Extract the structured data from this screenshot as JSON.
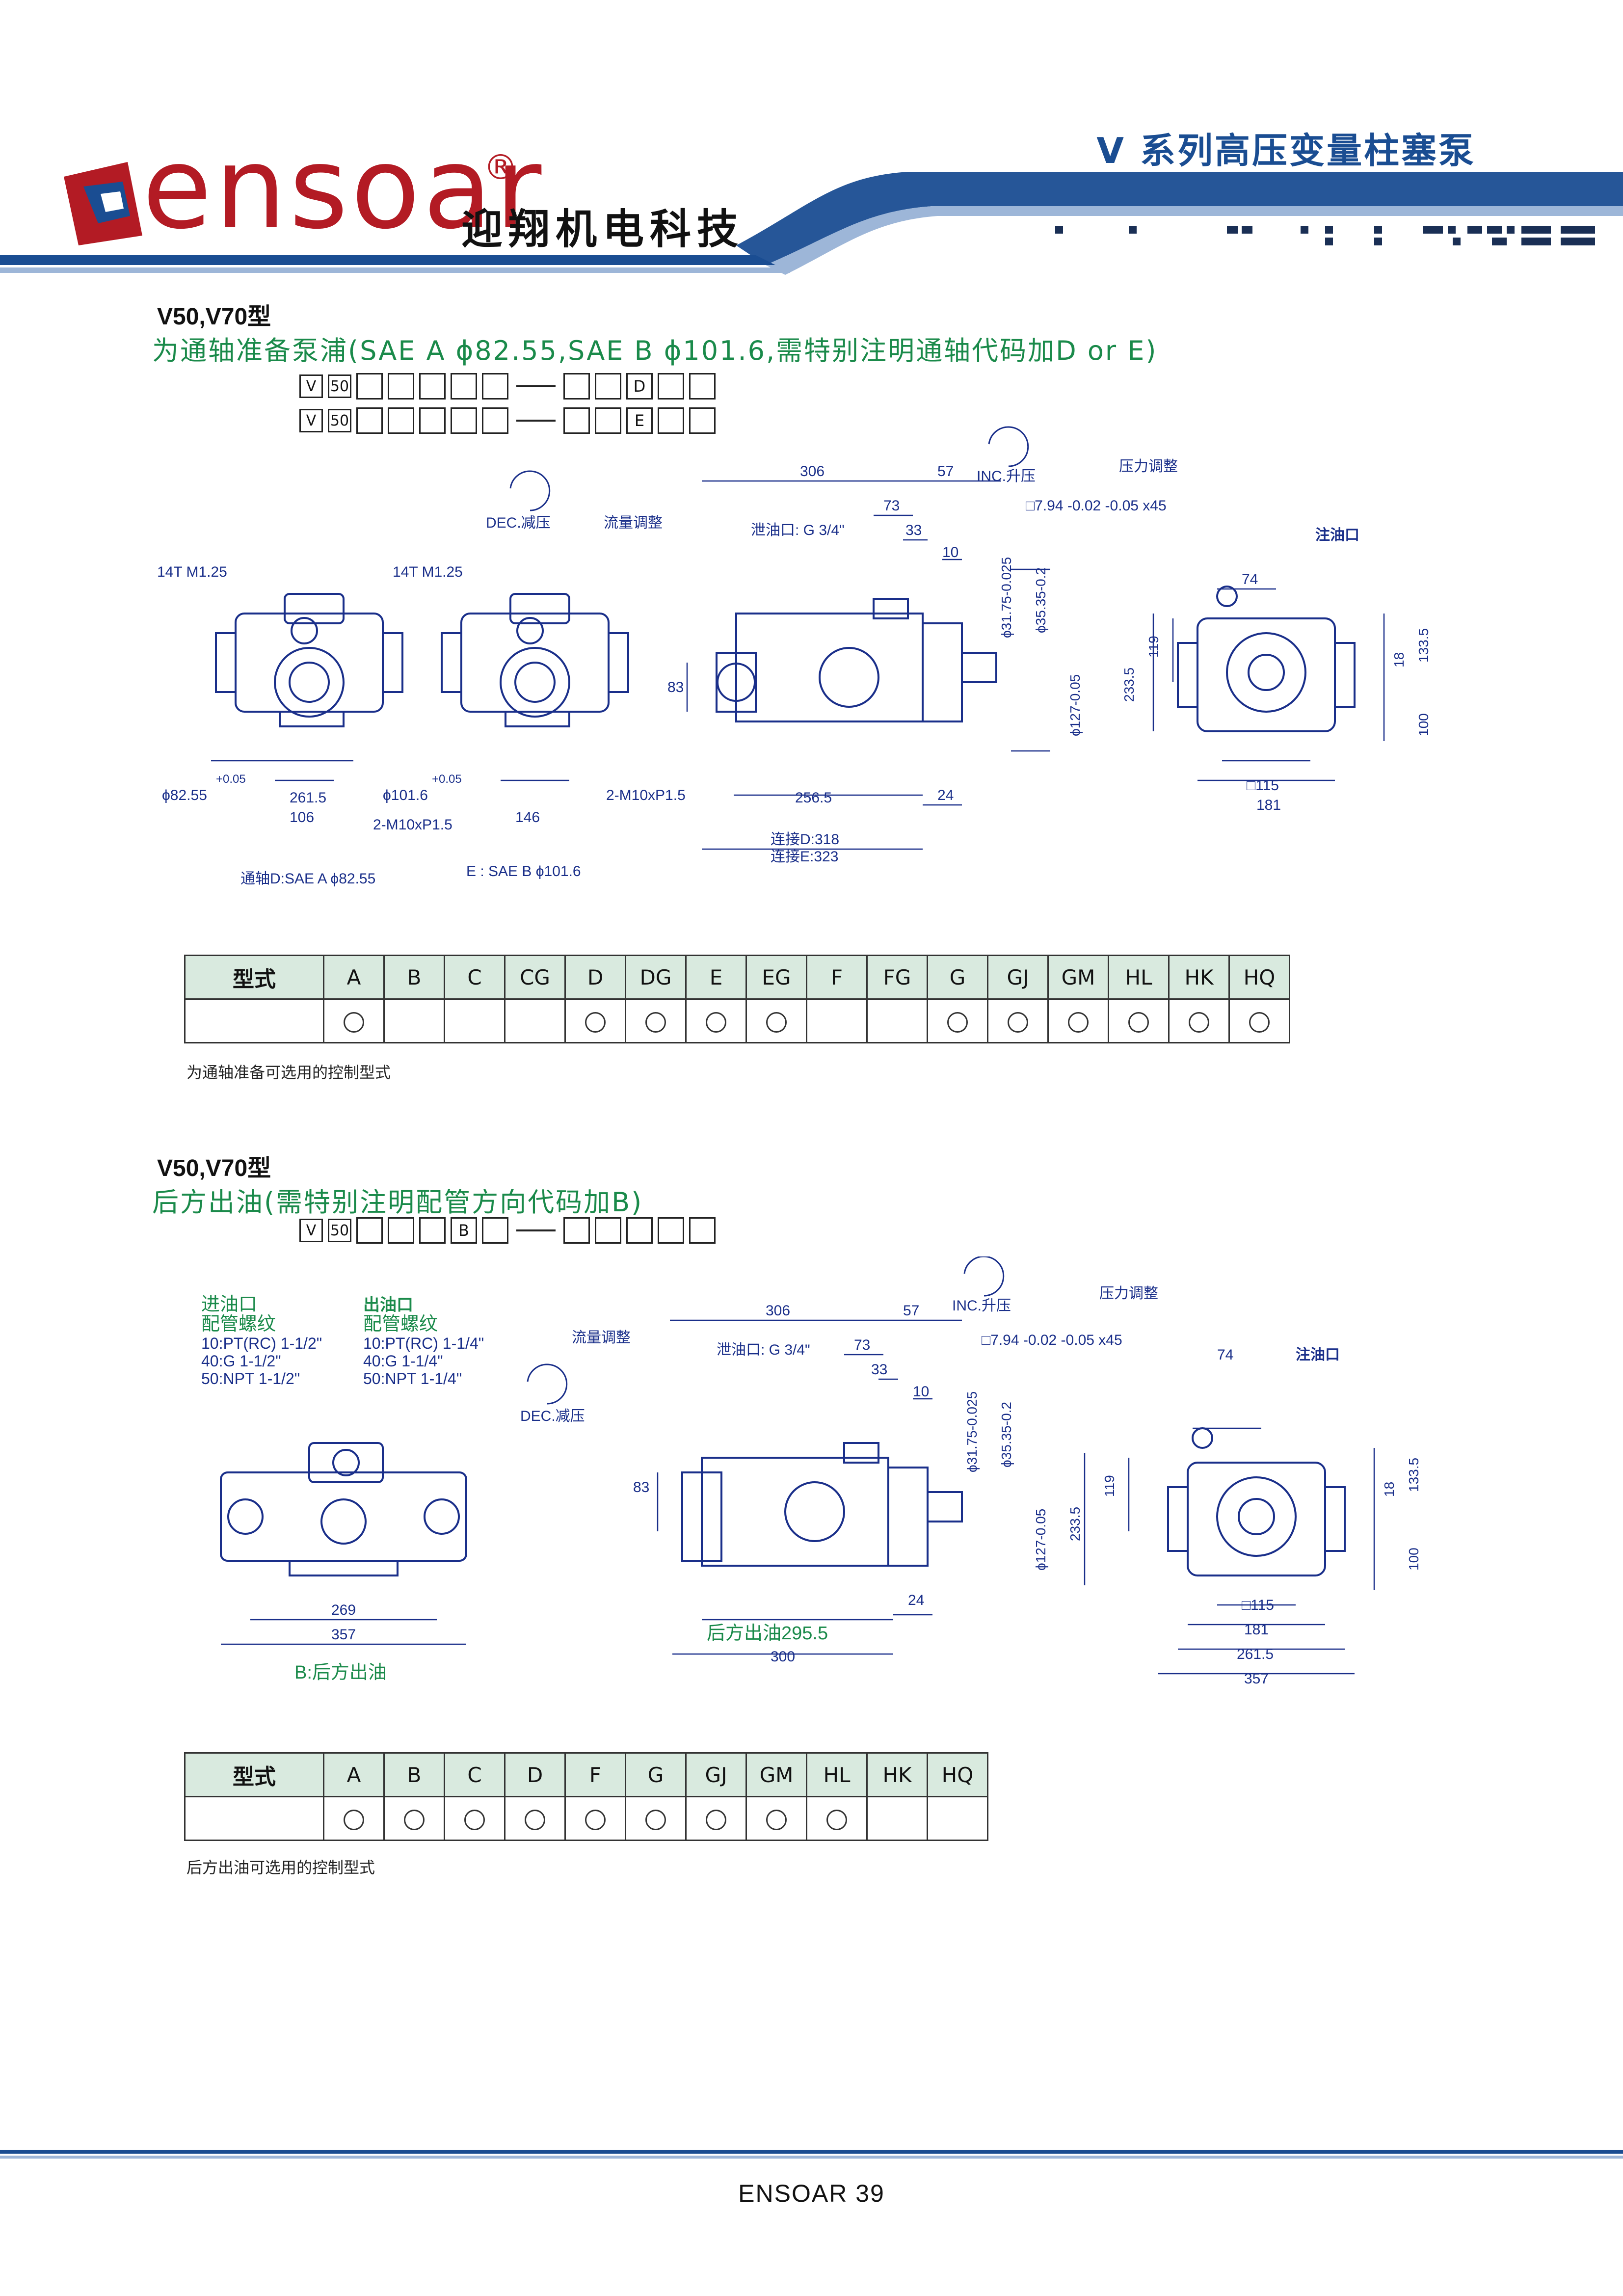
{
  "header": {
    "logo_text": "ensoar",
    "logo_registered": "®",
    "company_cn": "迎翔机电科技",
    "series_title": "V 系列高压变量柱塞泵"
  },
  "section1": {
    "model": "V50,V70型",
    "desc": "为通轴准备泵浦(SAE A ϕ82.55,SAE  B  ϕ101.6,需特别注明通轴代码加D or E)",
    "code_row1": [
      "V",
      "50",
      "",
      "",
      "",
      "",
      "",
      "",
      "",
      "D",
      "",
      ""
    ],
    "code_row2": [
      "V",
      "50",
      "",
      "",
      "",
      "",
      "",
      "",
      "",
      "E",
      "",
      ""
    ],
    "drawing_labels": {
      "dec": "DEC.减压",
      "inc": "INC.升压",
      "flow_adj": "流量调整",
      "pressure_adj": "压力调整",
      "drain": "泄油口: G 3/4\"",
      "fill": "注油口",
      "spline1": "14T M1.25",
      "spline2": "14T M1.25",
      "d1": "306",
      "d2": "57",
      "d3": "73",
      "d4": "33",
      "d5": "10",
      "key": "□7.94 -0.02 -0.05 x45",
      "shaft1": "ϕ31.75-0.025",
      "shaft2": "ϕ35.35-0.2",
      "pilot": "ϕ127-0.05",
      "h83": "83",
      "h233": "233.5",
      "h119": "119",
      "h18": "18",
      "h133": "133.5",
      "h100": "100",
      "w74": "74",
      "w115": "□115",
      "w181": "181",
      "w256": "256.5",
      "w24": "24",
      "connD": "连接D:318",
      "connE": "连接E:323",
      "phi82": "ϕ82.55",
      "phi101": "ϕ101.6",
      "tol": "+0.05",
      "w261": "261.5",
      "w106": "106",
      "w146": "146",
      "m10a": "2-M10xP1.5",
      "m10b": "2-M10xP1.5",
      "capD": "通轴D:SAE  A ϕ82.55",
      "capE": "E : SAE B ϕ101.6"
    },
    "table": {
      "label": "型式",
      "codes": [
        "A",
        "B",
        "C",
        "CG",
        "D",
        "DG",
        "E",
        "EG",
        "F",
        "FG",
        "G",
        "GJ",
        "GM",
        "HL",
        "HK",
        "HQ"
      ],
      "available": [
        true,
        false,
        false,
        false,
        true,
        true,
        true,
        true,
        false,
        false,
        true,
        true,
        true,
        true,
        true,
        true
      ]
    },
    "note": "为通轴准备可选用的控制型式"
  },
  "section2": {
    "model": "V50,V70型",
    "desc": "后方出油(需特别注明配管方向代码加B)",
    "code_row": [
      "V",
      "50",
      "",
      "",
      "",
      "B",
      "",
      "",
      "",
      "",
      "",
      ""
    ],
    "drawing_labels": {
      "inlet_title": "进油口",
      "inlet_sub": "配管螺纹",
      "inlet_1": "10:PT(RC) 1-1/2\"",
      "inlet_2": "40:G 1-1/2\"",
      "inlet_3": "50:NPT 1-1/2\"",
      "outlet_title": "出油口",
      "outlet_sub": "配管螺纹",
      "outlet_1": "10:PT(RC) 1-1/4\"",
      "outlet_2": "40:G 1-1/4\"",
      "outlet_3": "50:NPT 1-1/4\"",
      "dec": "DEC.减压",
      "inc": "INC.升压",
      "flow_adj": "流量调整",
      "pressure_adj": "压力调整",
      "drain": "泄油口: G 3/4\"",
      "fill": "注油口",
      "d1": "306",
      "d2": "57",
      "d3": "73",
      "d4": "33",
      "d5": "10",
      "key": "□7.94 -0.02 -0.05 x45",
      "shaft1": "ϕ31.75-0.025",
      "shaft2": "ϕ35.35-0.2",
      "pilot": "ϕ127-0.05",
      "h83": "83",
      "h233": "233.5",
      "h119": "119",
      "h18": "18",
      "h133": "133.5",
      "h100": "100",
      "w74": "74",
      "w115": "□115",
      "w181": "181",
      "w261": "261.5",
      "w357b": "357",
      "w269": "269",
      "w357": "357",
      "w24": "24",
      "w295": "后方出油295.5",
      "w300": "300",
      "capB": "B:后方出油"
    },
    "table": {
      "label": "型式",
      "codes": [
        "A",
        "B",
        "C",
        "D",
        "F",
        "G",
        "GJ",
        "GM",
        "HL",
        "HK",
        "HQ"
      ],
      "available": [
        true,
        true,
        true,
        true,
        true,
        true,
        true,
        true,
        true,
        false,
        false
      ]
    },
    "note": "后方出油可选用的控制型式"
  },
  "footer": {
    "text": "ENSOAR  39"
  },
  "colors": {
    "blue": "#1a4d92",
    "red": "#b31b24",
    "green": "#1a8a4a",
    "drawing": "#1a2f8a",
    "table_head": "#d9eadf"
  }
}
